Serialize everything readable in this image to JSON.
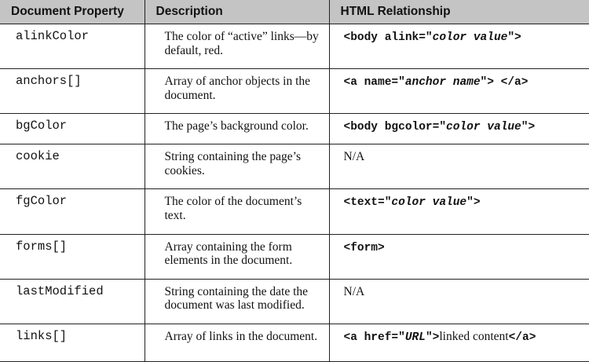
{
  "headers": {
    "property": "Document Property",
    "description": "Description",
    "relationship": "HTML Relationship"
  },
  "rows": [
    {
      "property": "alinkColor",
      "description": "The color of “active” links—by default, red.",
      "rel": [
        {
          "text": "<body alink=\"",
          "style": "mono-b"
        },
        {
          "text": "color value",
          "style": "mono-bi"
        },
        {
          "text": "\">",
          "style": "mono-b"
        }
      ]
    },
    {
      "property": "anchors[]",
      "description": "Array of anchor objects in the document.",
      "rel": [
        {
          "text": "<a name=\"",
          "style": "mono-b"
        },
        {
          "text": "anchor name",
          "style": "mono-bi"
        },
        {
          "text": "\"> </a>",
          "style": "mono-b"
        }
      ]
    },
    {
      "property": "bgColor",
      "description": "The page’s background color.",
      "rel": [
        {
          "text": "<body bgcolor=\"",
          "style": "mono-b"
        },
        {
          "text": "color value",
          "style": "mono-bi"
        },
        {
          "text": "\">",
          "style": "mono-b"
        }
      ]
    },
    {
      "property": "cookie",
      "description": "String containing the page’s cookies.",
      "rel": [
        {
          "text": "N/A",
          "style": "serif"
        }
      ]
    },
    {
      "property": "fgColor",
      "description": "The color of the document’s text.",
      "rel": [
        {
          "text": "<text=\"",
          "style": "mono-b"
        },
        {
          "text": "color value",
          "style": "mono-bi"
        },
        {
          "text": "\">",
          "style": "mono-b"
        }
      ]
    },
    {
      "property": "forms[]",
      "description": "Array containing the form elements in the document.",
      "rel": [
        {
          "text": "<form>",
          "style": "mono-b"
        }
      ]
    },
    {
      "property": "lastModified",
      "description": "String containing the date the document was last modified.",
      "rel": [
        {
          "text": "N/A",
          "style": "serif"
        }
      ]
    },
    {
      "property": "links[]",
      "description": "Array of links in the document.",
      "rel": [
        {
          "text": "<a href=\"",
          "style": "mono-b"
        },
        {
          "text": "URL",
          "style": "mono-bi"
        },
        {
          "text": "\">",
          "style": "mono-b"
        },
        {
          "text": "linked content",
          "style": "serif"
        },
        {
          "text": "</a>",
          "style": "mono-b"
        }
      ]
    }
  ]
}
